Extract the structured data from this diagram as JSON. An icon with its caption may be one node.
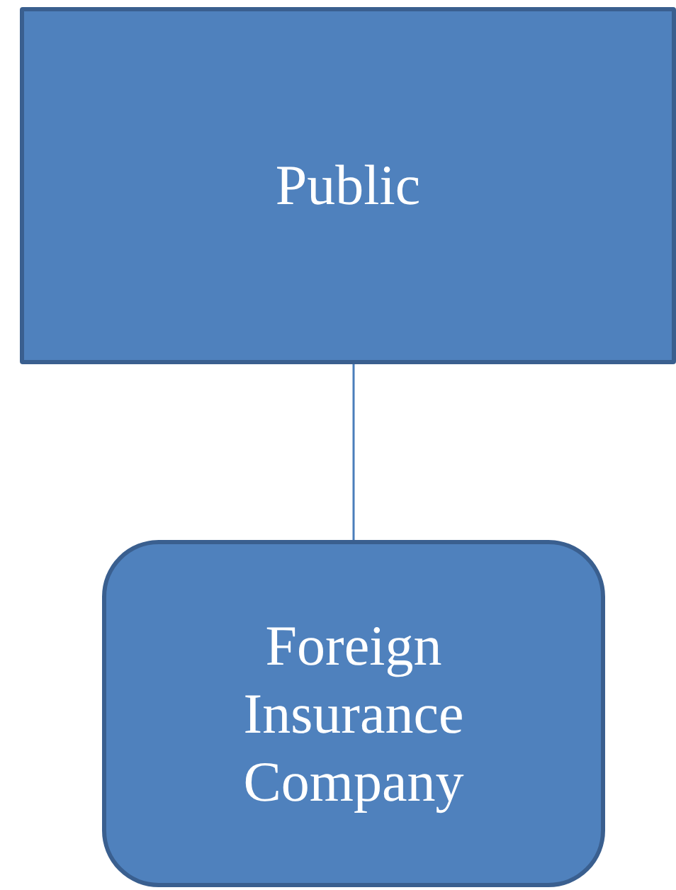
{
  "diagram": {
    "nodes": [
      {
        "text": [
          "Public"
        ]
      },
      {
        "text": [
          "Foreign Insurance Company"
        ]
      }
    ],
    "edges": [
      {
        "from": 0,
        "to": 1,
        "arrow": "none"
      }
    ]
  }
}
